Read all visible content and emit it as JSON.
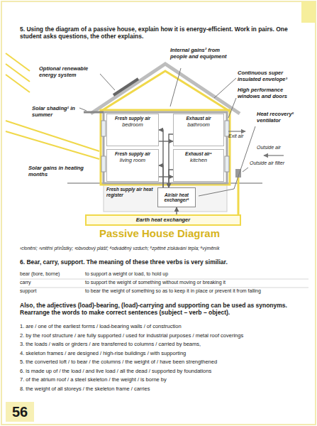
{
  "diagram": {
    "title": "Passive House Diagram",
    "nodes": [
      {
        "text": [
          "Fresh supply air",
          "bedroom"
        ]
      },
      {
        "text": [
          "Exhaust air",
          "bathroom"
        ]
      },
      {
        "text": [
          "Fresh supply air",
          "living room"
        ]
      },
      {
        "text": [
          "Exhaust air⁴",
          "kitchen"
        ]
      },
      {
        "text": [
          "Air/air heat exchanger⁶"
        ]
      },
      {
        "text": [
          "Earth heat exchanger"
        ]
      },
      {
        "text": [
          "56"
        ]
      }
    ],
    "edges": [
      {
        "from": 0,
        "to": 1,
        "arrow": "to"
      },
      {
        "from": 2,
        "to": 3,
        "arrow": "to"
      },
      {
        "from": 4,
        "to": 0,
        "arrow": "to"
      },
      {
        "from": 4,
        "to": 2,
        "arrow": "to"
      },
      {
        "from": 1,
        "to": 4,
        "arrow": "to"
      },
      {
        "from": 3,
        "to": 4,
        "arrow": "to"
      },
      {
        "from": 5,
        "to": 4,
        "arrow": "to"
      }
    ],
    "labels": [
      "5. Using the diagram of a passive house, explain how it is energy-efficient. Work in pairs. One student asks questions, the other explains.",
      "Optional renewable energy system",
      "Internal gains² from people and equipment",
      "Continuous super insulated envelope³",
      "Solar shading¹ in summer",
      "High performance windows and doors",
      "Heat recovery⁵ ventilator",
      "Exit air",
      "Outside air",
      "Outside air filter",
      "Solar gains in heating months",
      "Fresh supply air heat register",
      "¹clonění; ²vnitřní přírůstky; ³obvodový plášť; ⁴odváděný vzduch; ⁵zpětné získávání tepla; ⁶výměník",
      "6. Bear, carry, support. The meaning of these three verbs is very similiar.",
      "bear (bore, borne)",
      "to support a weight or load, to hold up",
      "carry",
      "to support the weight of something without moving or breaking it",
      "support",
      "to bear the weight of something so as to keep it in place or prevent it from falling",
      "Also, the adjectives (load)-bearing, (load)-carrying and supporting can be used as synonyms. Rearrange the words to make correct sentences (subject – verb – object).",
      "1. are / one of the earliest forms / load-bearing walls / of construction",
      "2. by the roof structure / are fully supported / used for industrial purposes / metal roof coverings",
      "3. the loads / walls or girders / are transferred to columns / carried by beams,",
      "4. skeleton frames / are designed / high-rise buildings / with supporting",
      "5. the converted loft / to bear / the columns / the weight of / have been strengthened",
      "6. is made up of / the load / and live load / all the dead / supported by foundations",
      "7. of the atrium roof / a steel skeleton / the weight / is borne by",
      "8. the weight of all storeys / the skeleton frame / carries"
    ]
  }
}
